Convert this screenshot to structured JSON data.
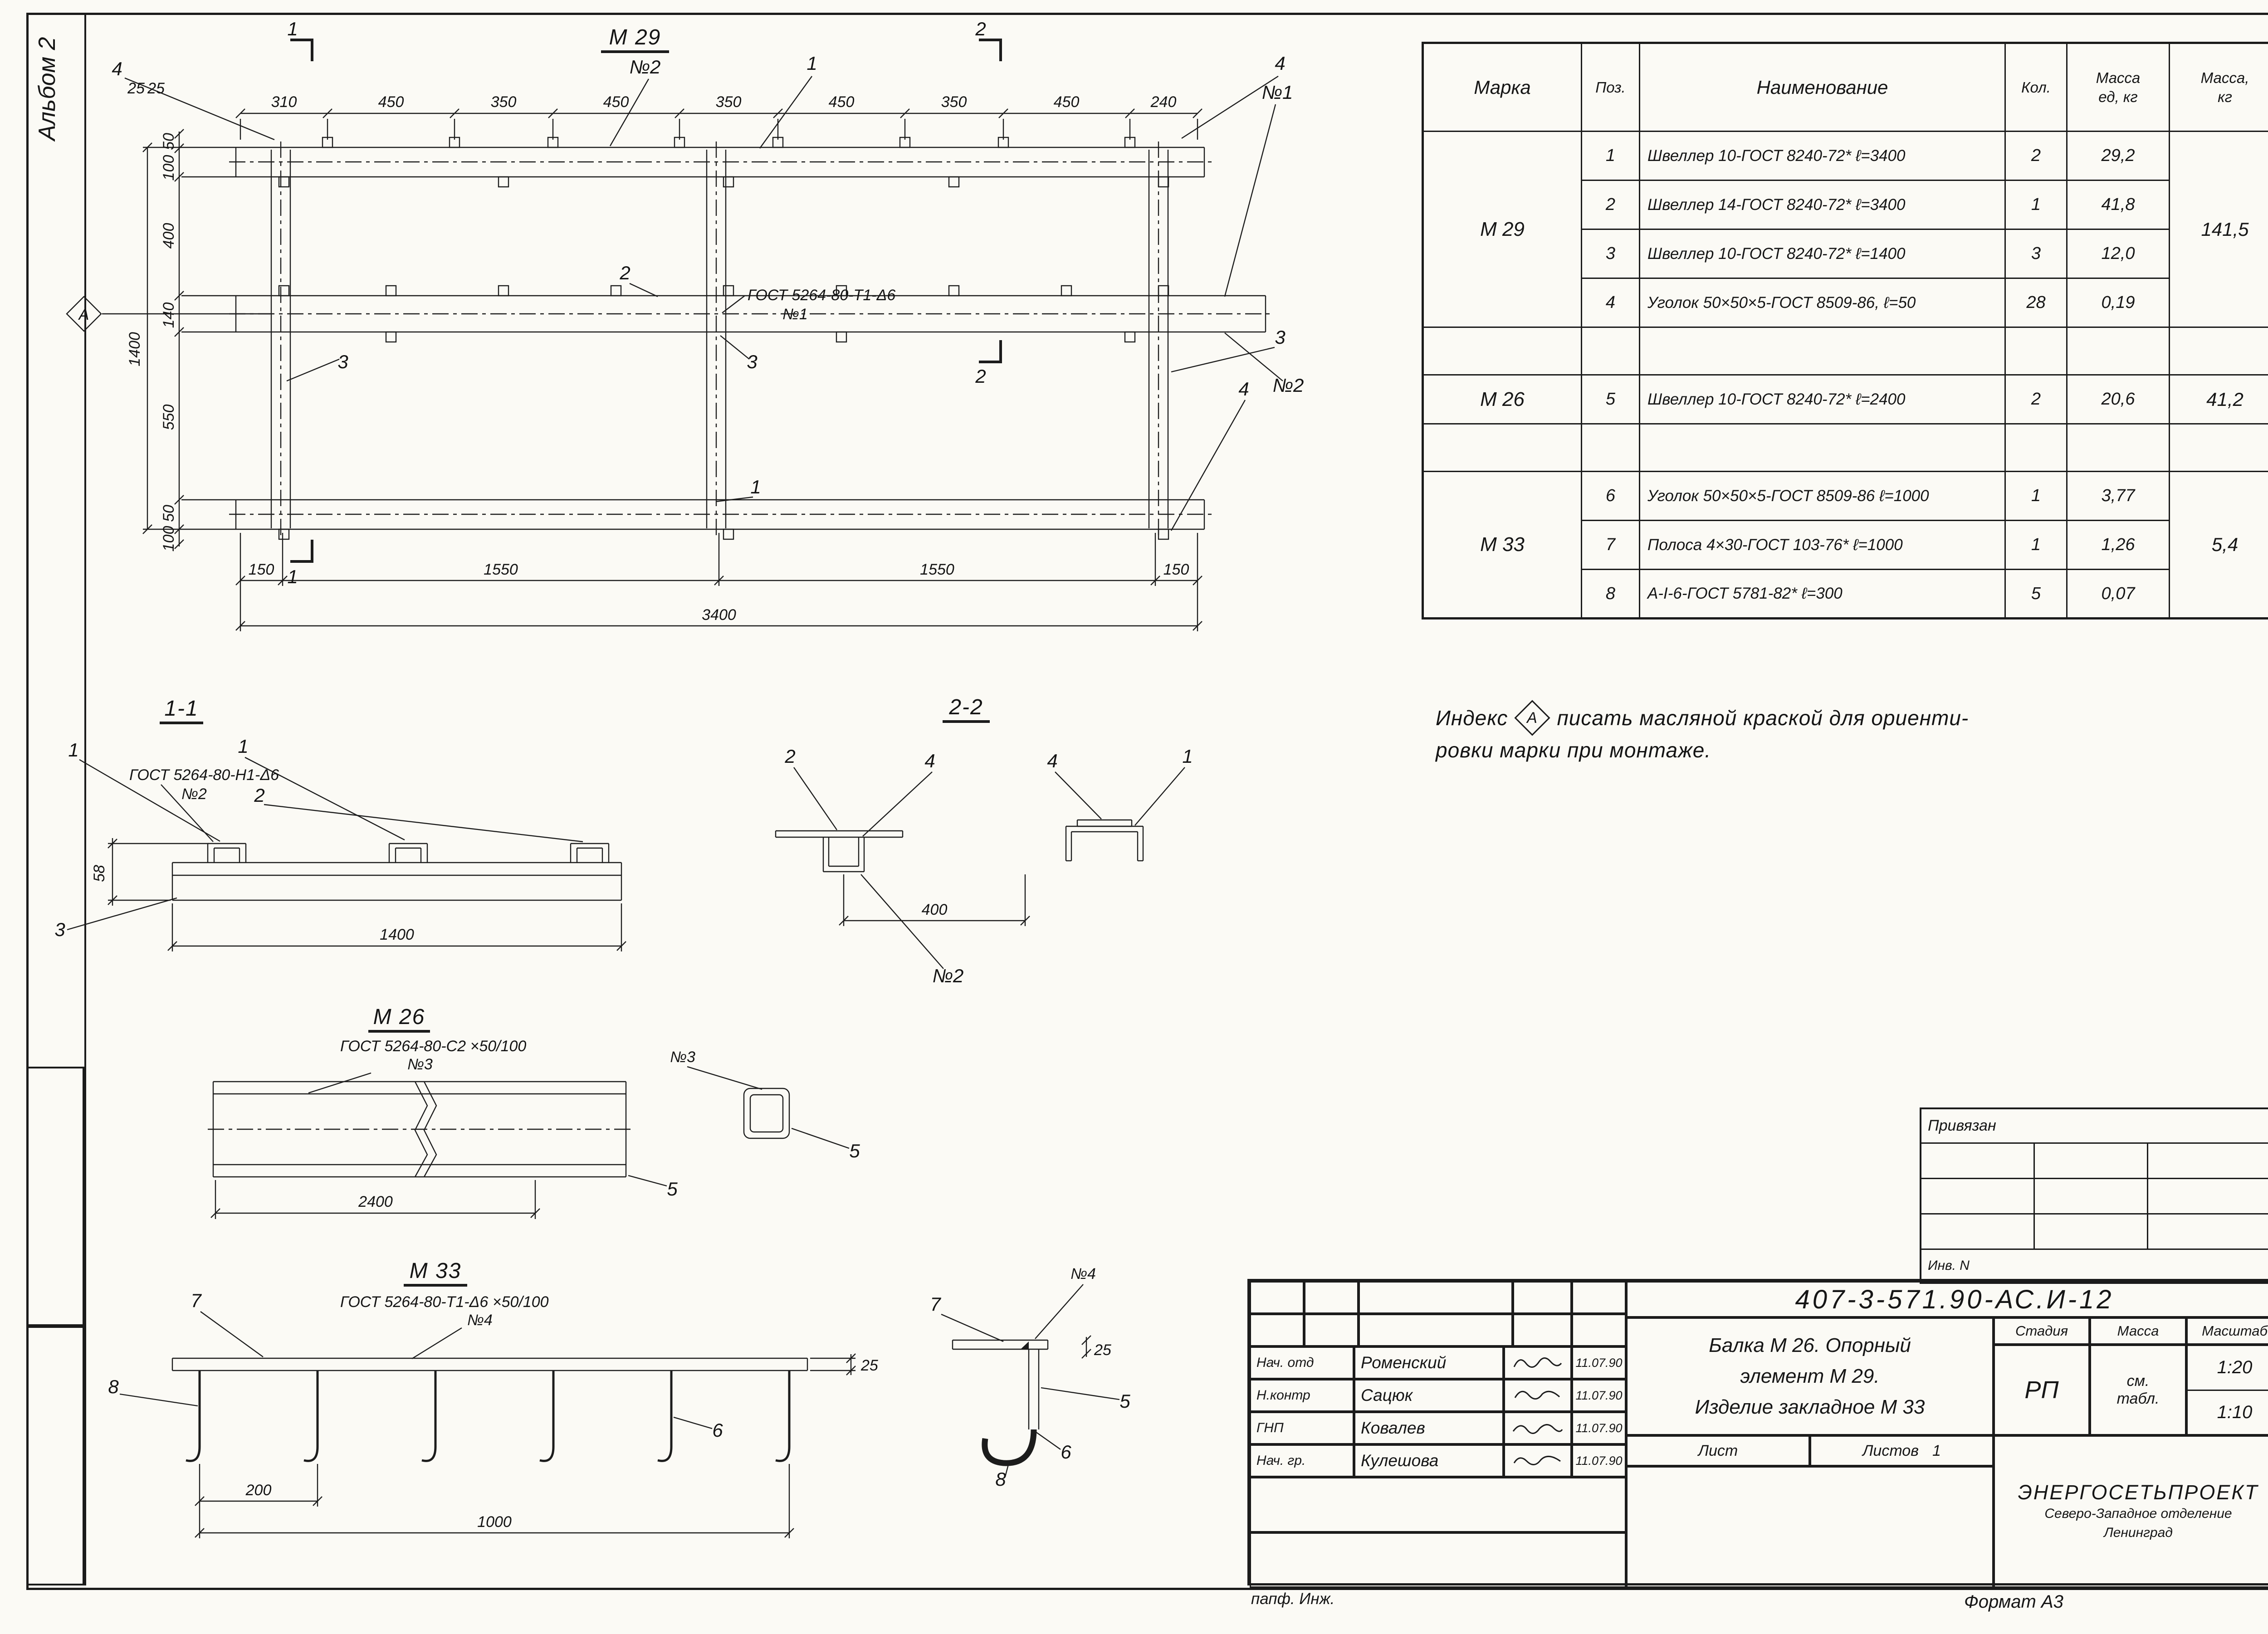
{
  "sheet": {
    "album": "Альбом 2",
    "format": "Формат А3",
    "footer": "папф. Инж.",
    "inv": "Инв. N"
  },
  "m29": {
    "title": "М 29",
    "dims_top": [
      "310",
      "450",
      "350",
      "450",
      "350",
      "450",
      "350",
      "450",
      "240"
    ],
    "dims_left": [
      "50",
      "100",
      "400",
      "140",
      "550",
      "50",
      "100"
    ],
    "dim_left_total": "1400",
    "dims_bottom": [
      "150",
      "1550",
      "1550",
      "150"
    ],
    "dim_total": "3400",
    "cut1": "1",
    "cut2": "2",
    "pos1": "1",
    "pos2": "2",
    "pos3": "3",
    "pos4": "4",
    "n1": "№1",
    "n2": "№2",
    "gap": "25",
    "weld": "ГОСТ 5264-80-Т1-Δ6",
    "weld_n": "№1",
    "marker": "А"
  },
  "s11": {
    "title": "1-1",
    "weld": "ГОСТ 5264-80-Н1-Δ6",
    "weld_n": "№2",
    "p1": "1",
    "p2": "2",
    "p3": "3",
    "dim_h": "58",
    "dim_w": "1400"
  },
  "s22": {
    "title": "2-2",
    "p1": "1",
    "p2": "2",
    "p4": "4",
    "dim": "400",
    "n2": "№2"
  },
  "m26": {
    "title": "М 26",
    "weld": "ГОСТ 5264-80-С2 ×50/100",
    "n3": "№3",
    "p5": "5",
    "dim": "2400"
  },
  "m33": {
    "title": "М 33",
    "weld": "ГОСТ 5264-80-Т1-Δ6 ×50/100",
    "n4": "№4",
    "p5": "5",
    "p6": "6",
    "p7": "7",
    "p8": "8",
    "d200": "200",
    "d1000": "1000",
    "d25": "25"
  },
  "note": {
    "prefix": "Индекс",
    "marker": "А",
    "line1": "писать  масляной  краской  для  ориенти-",
    "line2": "ровки  марки  при  монтаже."
  },
  "spec": {
    "headers": {
      "marka": "Марка",
      "poz": "Поз.",
      "name": "Наименование",
      "qty": "Кол.",
      "mass_unit1": "Масса",
      "mass_unit2": "ед, кг",
      "mass_total1": "Масса,",
      "mass_total2": "кг"
    },
    "groups": [
      {
        "marka": "М 29",
        "total": "141,5",
        "rows": [
          {
            "poz": "1",
            "name": "Швеллер 10-ГОСТ 8240-72*  ℓ=3400",
            "qty": "2",
            "mass": "29,2"
          },
          {
            "poz": "2",
            "name": "Швеллер 14-ГОСТ 8240-72*  ℓ=3400",
            "qty": "1",
            "mass": "41,8"
          },
          {
            "poz": "3",
            "name": "Швеллер 10-ГОСТ 8240-72*  ℓ=1400",
            "qty": "3",
            "mass": "12,0"
          },
          {
            "poz": "4",
            "name": "Уголок 50×50×5-ГОСТ 8509-86,  ℓ=50",
            "qty": "28",
            "mass": "0,19"
          }
        ]
      },
      {
        "marka": "М 26",
        "total": "41,2",
        "rows": [
          {
            "poz": "5",
            "name": "Швеллер 10-ГОСТ 8240-72*  ℓ=2400",
            "qty": "2",
            "mass": "20,6"
          }
        ]
      },
      {
        "marka": "М 33",
        "total": "5,4",
        "rows": [
          {
            "poz": "6",
            "name": "Уголок 50×50×5-ГОСТ 8509-86  ℓ=1000",
            "qty": "1",
            "mass": "3,77"
          },
          {
            "poz": "7",
            "name": "Полоса 4×30-ГОСТ 103-76*  ℓ=1000",
            "qty": "1",
            "mass": "1,26"
          },
          {
            "poz": "8",
            "name": "А-I-6-ГОСТ 5781-82*  ℓ=300",
            "qty": "5",
            "mass": "0,07"
          }
        ]
      }
    ]
  },
  "pinned": {
    "title": "Привязан"
  },
  "tb": {
    "doc": "407-3-571.90-АС.И-12",
    "rows": [
      {
        "role": "Нач. отд",
        "name": "Роменский",
        "date": "11.07.90"
      },
      {
        "role": "Н.контр",
        "name": "Сацюк",
        "date": "11.07.90"
      },
      {
        "role": "ГНП",
        "name": "Ковалев",
        "date": "11.07.90"
      },
      {
        "role": "Нач. гр.",
        "name": "Кулешова",
        "date": "11.07.90"
      }
    ],
    "t1": "Балка  М 26.  Опорный",
    "t2": "элемент  М 29.",
    "t3": "Изделие  закладное  М 33",
    "stage_l": "Стадия",
    "mass_l": "Масса",
    "scale_l": "Масштаб",
    "stage": "РП",
    "mass1": "см.",
    "mass2": "табл.",
    "scale1": "1:20",
    "scale2": "1:10",
    "sheet_l": "Лист",
    "sheets_l": "Листов",
    "sheets_v": "1",
    "org1": "ЭНЕРГОСЕТЬПРОЕКТ",
    "org2": "Северо-Западное отделение",
    "org3": "Ленинград"
  }
}
